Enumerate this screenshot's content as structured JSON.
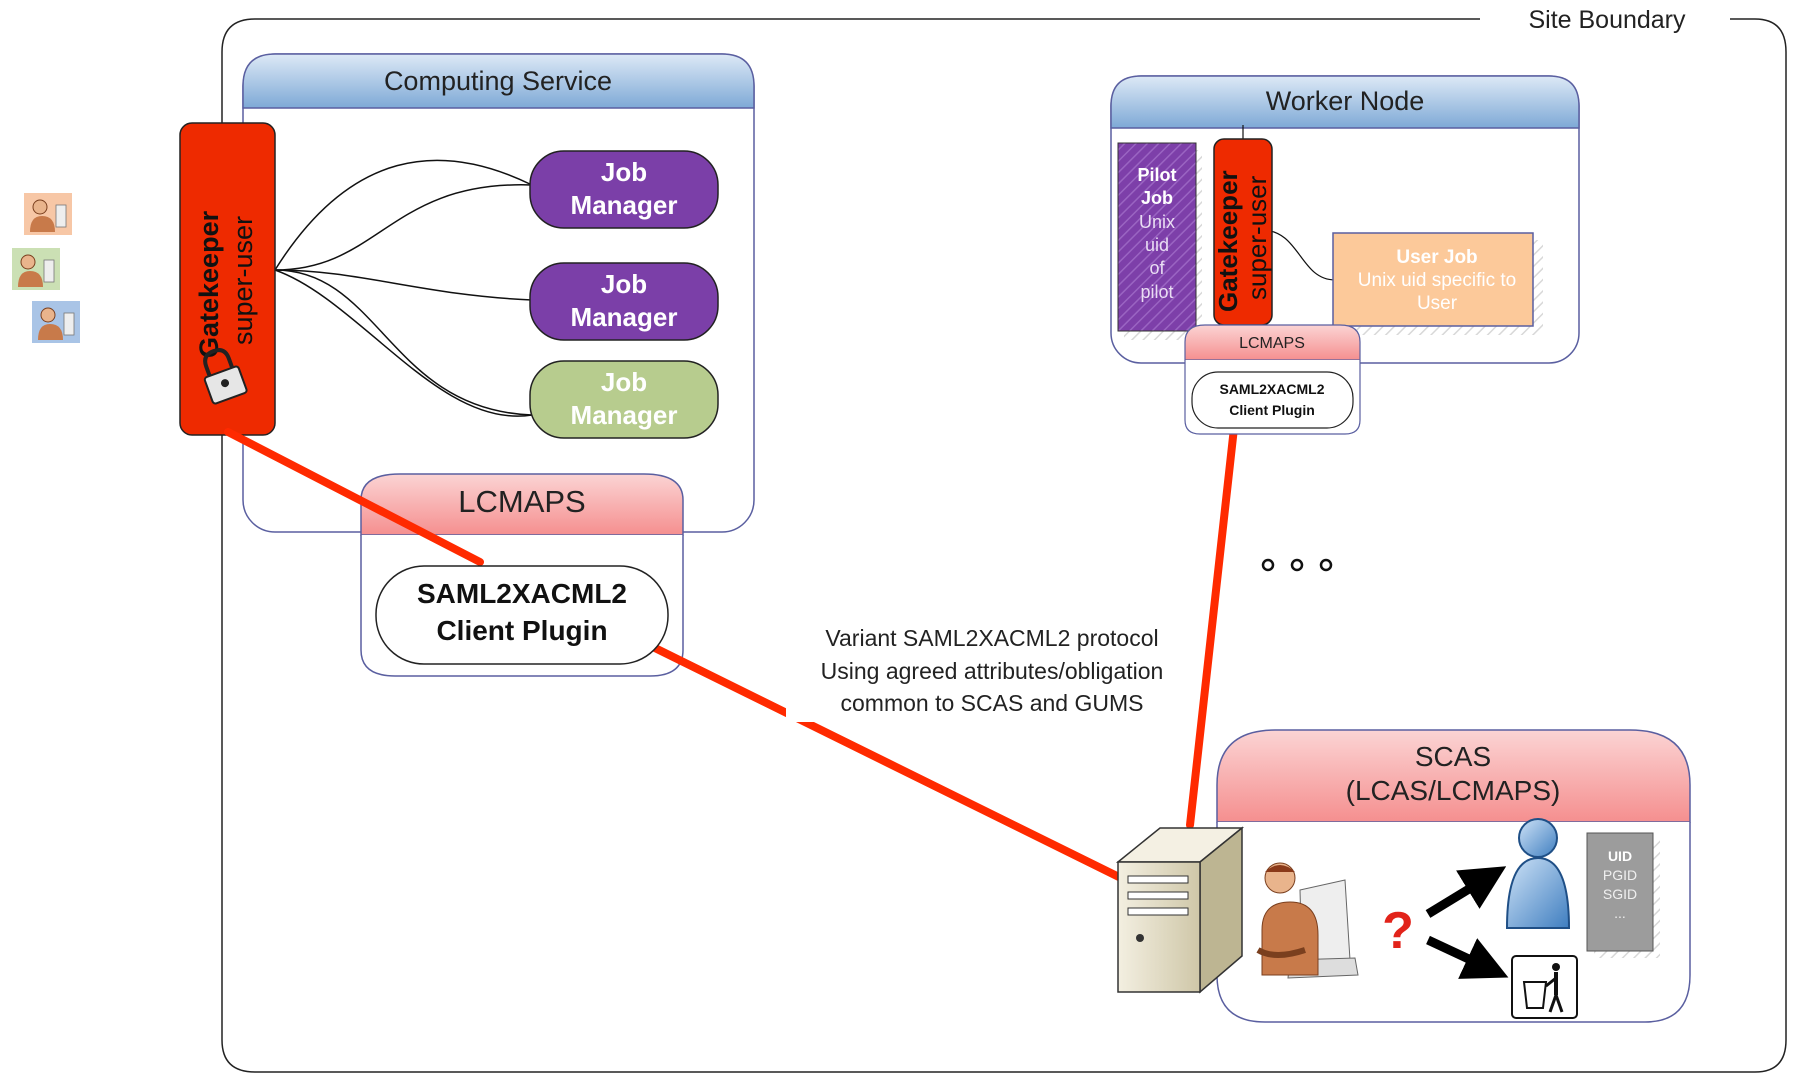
{
  "site_boundary": {
    "label": "Site Boundary"
  },
  "computing_service": {
    "title": "Computing Service",
    "gatekeeper": {
      "name": "Gatekeeper",
      "role": "super-user"
    },
    "job_managers": [
      {
        "line1": "Job",
        "line2": "Manager",
        "color": "#7b3fa8"
      },
      {
        "line1": "Job",
        "line2": "Manager",
        "color": "#7b3fa8"
      },
      {
        "line1": "Job",
        "line2": "Manager",
        "color": "#b7cc8e"
      }
    ],
    "lcmaps": {
      "title": "LCMAPS",
      "plugin_line1": "SAML2XACML2",
      "plugin_line2": "Client Plugin"
    }
  },
  "worker_node": {
    "title": "Worker Node",
    "pilot_job": {
      "line1": "Pilot",
      "line2": "Job",
      "line3": "Unix",
      "line4": "uid",
      "line5": "of",
      "line6": "pilot"
    },
    "gatekeeper": {
      "name": "Gatekeeper",
      "role": "super-user"
    },
    "user_job": {
      "title": "User Job",
      "line2": "Unix uid specific to",
      "line3": "User"
    },
    "lcmaps": {
      "title": "LCMAPS",
      "plugin_line1": "SAML2XACML2",
      "plugin_line2": "Client Plugin"
    }
  },
  "ellipsis": "o o o",
  "protocol": {
    "line1": "Variant SAML2XACML2 protocol",
    "line2": "Using agreed attributes/obligation",
    "line3": "common to SCAS and GUMS"
  },
  "scas": {
    "title": "SCAS",
    "subtitle": "(LCAS/LCMAPS)",
    "question_mark": "?",
    "attributes": [
      "UID",
      "PGID",
      "SGID",
      "..."
    ]
  },
  "colors": {
    "connector_red": "#ff2a00",
    "gatekeeper_red": "#ee2a00",
    "header_blue": "#a4c4e4",
    "lcmaps_pink": "#f9a6a6",
    "job_manager_purple": "#7b3fa8",
    "job_manager_green": "#b7cc8e",
    "user_job_orange": "#fcc99a"
  }
}
